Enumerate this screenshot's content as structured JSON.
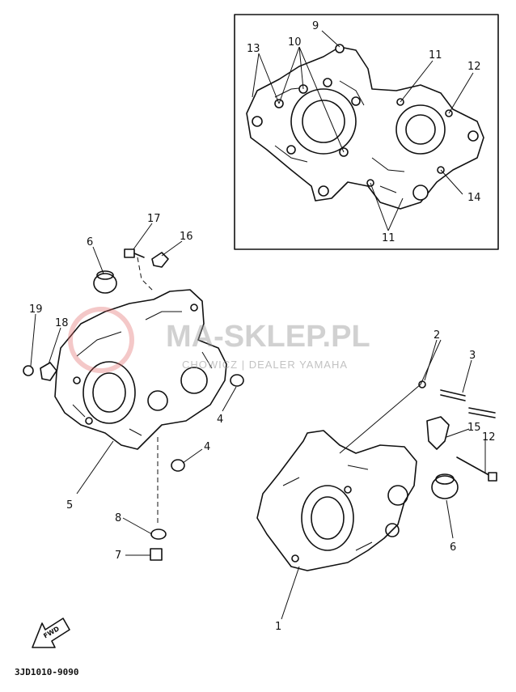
{
  "diagram": {
    "callouts": {
      "inset": [
        "9",
        "10",
        "13",
        "11",
        "12",
        "14",
        "11"
      ],
      "left": [
        "17",
        "16",
        "6",
        "19",
        "18",
        "4",
        "4",
        "5",
        "8",
        "7"
      ],
      "right": [
        "2",
        "3",
        "15",
        "12",
        "6",
        "1"
      ]
    },
    "catalog_code": "3JD1010-9090",
    "fwd_label": "FWD",
    "watermark": {
      "main": "MA-SKLEP.PL",
      "sub": "CHOWICZ | DEALER YAMAHA"
    },
    "colors": {
      "ink": "#111111",
      "watermark": "#9a9a9a",
      "watermark_logo": "#e06060"
    }
  }
}
